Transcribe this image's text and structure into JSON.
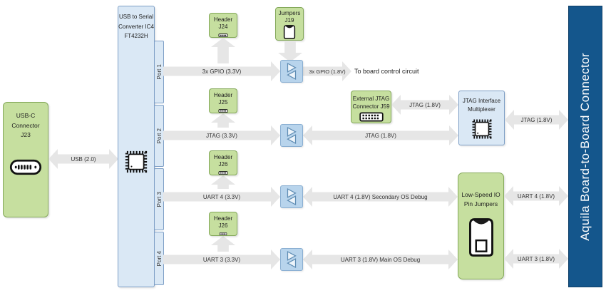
{
  "blocks": {
    "usb_c_connector": {
      "label_lines": [
        "USB-C",
        "Connector",
        "J23"
      ],
      "icon": "usb-c-plug-icon"
    },
    "usb_serial_converter": {
      "label_lines": [
        "USB to Serial",
        "Converter IC4",
        "FT4232H"
      ],
      "icon": "chip-icon",
      "ports": [
        "Port 1",
        "Port 2",
        "Port 3",
        "Port 4"
      ]
    },
    "header_j24": {
      "label": "Header J24",
      "icon": "pin-header-icon"
    },
    "jumpers_j19": {
      "label_lines": [
        "Jumpers",
        "J19"
      ],
      "icon": "jumper-icon"
    },
    "header_j25": {
      "label": "Header J25",
      "icon": "pin-header-icon"
    },
    "header_j26_uart4": {
      "label": "Header J26",
      "icon": "pin-header-icon"
    },
    "header_j26_uart3": {
      "label": "Header J26",
      "icon": "pin-header-icon"
    },
    "external_jtag_connector": {
      "label_lines": [
        "External JTAG",
        "Connector J59"
      ],
      "icon": "dual-row-header-icon"
    },
    "jtag_mux": {
      "label_lines": [
        "JTAG Interface",
        "Multiplexer"
      ],
      "icon": "chip-icon"
    },
    "low_speed_io": {
      "label_lines": [
        "Low-Speed IO",
        "Pin Jumpers"
      ],
      "icon": "jumper-icon"
    },
    "aquila_connector": {
      "label": "Aquila Board-to-Board Connector"
    },
    "level_shifter_icon": "level-shifter-icon"
  },
  "connections": {
    "usb": "USB (2.0)",
    "gpio_33": "3x GPIO (3.3V)",
    "gpio_18": "3x GPIO (1.8V)",
    "to_board_control": "To board control circuit",
    "jtag_33": "JTAG (3.3V)",
    "jtag_18": "JTAG (1.8V)",
    "uart4_33": "UART 4 (3.3V)",
    "uart4_18_debug": "UART 4 (1.8V) Secondary OS Debug",
    "uart3_33": "UART 3 (3.3V)",
    "uart3_18_debug": "UART 3 (1.8V) Main OS Debug",
    "uart4_18": "UART 4 (1.8V)",
    "uart3_18": "UART 3 (1.8V)"
  },
  "colors": {
    "green_fill": "#c6df9f",
    "green_stroke": "#84a95a",
    "blue_fill": "#dae8f5",
    "blue_stroke": "#7e9fc6",
    "shifter_fill": "#b8d4ec",
    "shifter_stroke": "#8aafd2",
    "connector_navy": "#14568c",
    "arrow_fill": "#e6e6e6",
    "text": "#262626"
  }
}
